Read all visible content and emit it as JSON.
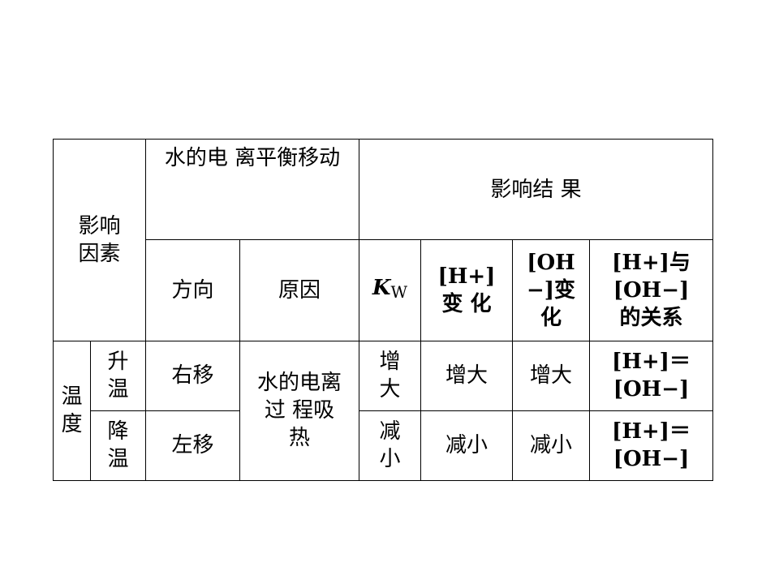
{
  "table": {
    "corner": "影响\n因素",
    "shift_header": "水的电 离平衡移动",
    "result_header": "影响结 果",
    "sub_headers": {
      "direction": "方向",
      "reason": "原因",
      "kw_k": "K",
      "kw_w": "W",
      "h_change": "[H+]变 化",
      "oh_change": "[OH−]变化",
      "relation": "[H+]与[OH−]的关系"
    },
    "group_label": "温\n度",
    "reason_merged": "水的电离过 程吸热",
    "rows": [
      {
        "condition": "升\n温",
        "direction": "右移",
        "kw": "增\n大",
        "h": "增大",
        "oh": "增大",
        "relation": "[H+]＝[OH−]"
      },
      {
        "condition": "降\n温",
        "direction": "左移",
        "kw": "减\n小",
        "h": "减小",
        "oh": "减小",
        "relation": "[H+]＝[OH−]"
      }
    ]
  }
}
